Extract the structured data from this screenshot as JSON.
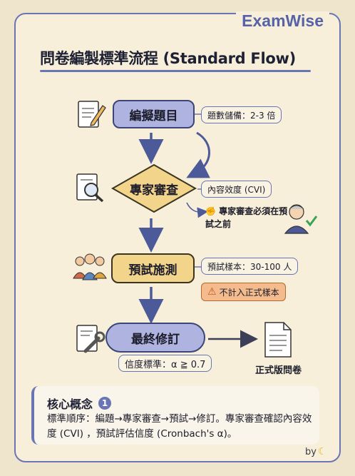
{
  "brand": "ExamWise",
  "title": "問卷編製標準流程 (Standard Flow)",
  "steps": [
    {
      "label": "編擬題目",
      "icon": "writing-document-icon",
      "tag": "題數儲備：2-3 倍"
    },
    {
      "label": "專家審查",
      "icon": "magnifier-document-icon",
      "tag": "內容效度 (CVI)",
      "note": "專家審查必須在預試之前",
      "note_icon": "muscle-emoji-icon"
    },
    {
      "label": "預試施測",
      "icon": "people-group-icon",
      "tag": "預試樣本：30-100 人",
      "warning": "不計入正式樣本"
    },
    {
      "label": "最終修訂",
      "icon": "wrench-document-icon",
      "tag": "信度標準：α ≧ 0.7"
    }
  ],
  "output_label": "正式版問卷",
  "concept": {
    "title": "核心概念",
    "badge": "1",
    "body": "標準順序：編題→專家審查→預試→修訂。專家審查確認內容效度 (CVI) ，預試評估信度 (Cronbach's α)。"
  },
  "byline": "by",
  "colors": {
    "accent": "#6a76b4",
    "node_blue": "#aeb3df",
    "node_gold": "#f2d58a",
    "warning": "#f4bb8d",
    "background": "#efe5cd"
  }
}
